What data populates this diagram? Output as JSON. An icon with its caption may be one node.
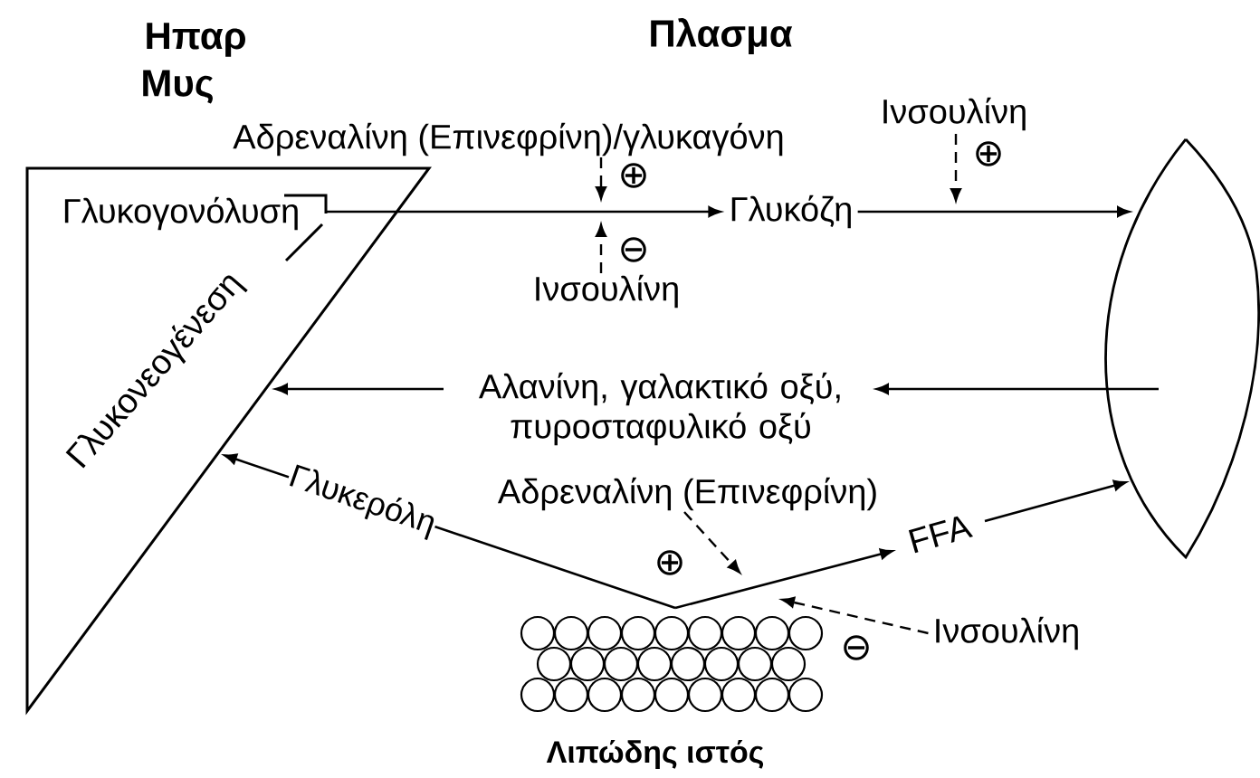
{
  "diagram": {
    "nodes": [
      {
        "text": [
          "Γλυκογονόλυση",
          "Γλυκονεογένεση"
        ]
      },
      {
        "text": [
          "Γλυκόζη"
        ]
      },
      {
        "text": [],
        "shape": "lens"
      },
      {
        "text": [
          "Αλανίνη, γαλακτικό οξύ, πυροσταφυλικό οξύ"
        ]
      },
      {
        "text": [
          "Λιπώδης ιστός"
        ]
      },
      {
        "text": [
          "FFA"
        ]
      },
      {
        "text": [
          "Αδρεναλίνη (Επινεφρίνη)/γλυκαγόνη"
        ]
      },
      {
        "text": [
          "Ινσουλίνη"
        ]
      },
      {
        "text": [
          "Ινσουλίνη"
        ]
      },
      {
        "text": [
          "Αδρεναλίνη (Επινεφρίνη)"
        ]
      },
      {
        "text": [
          "Ινσουλίνη"
        ]
      }
    ],
    "edges": [
      {
        "from": 0,
        "to": 1,
        "arrow": "to"
      },
      {
        "from": 1,
        "to": 2,
        "arrow": "to"
      },
      {
        "from": 2,
        "to": 3,
        "arrow": "to"
      },
      {
        "from": 3,
        "to": 0,
        "arrow": "to"
      },
      {
        "from": 4,
        "to": 0,
        "arrow": "to",
        "label": "Γλυκερόλη"
      },
      {
        "from": 4,
        "to": 5,
        "arrow": "to"
      },
      {
        "from": 5,
        "to": 2,
        "arrow": "to"
      },
      {
        "from": 6,
        "to": null,
        "arrow": "to",
        "style": "dashed",
        "label": "⊕"
      },
      {
        "from": 7,
        "to": null,
        "arrow": "to",
        "style": "dashed",
        "label": "⊖"
      },
      {
        "from": 8,
        "to": null,
        "arrow": "to",
        "style": "dashed",
        "label": "⊕"
      },
      {
        "from": 9,
        "to": null,
        "arrow": "to",
        "style": "dashed",
        "label": "⊕"
      },
      {
        "from": 10,
        "to": 4,
        "arrow": "to",
        "style": "dashed",
        "label": "⊖"
      }
    ],
    "labels": [
      "Ηπαρ",
      "Πλασμα",
      "Μυς"
    ]
  }
}
